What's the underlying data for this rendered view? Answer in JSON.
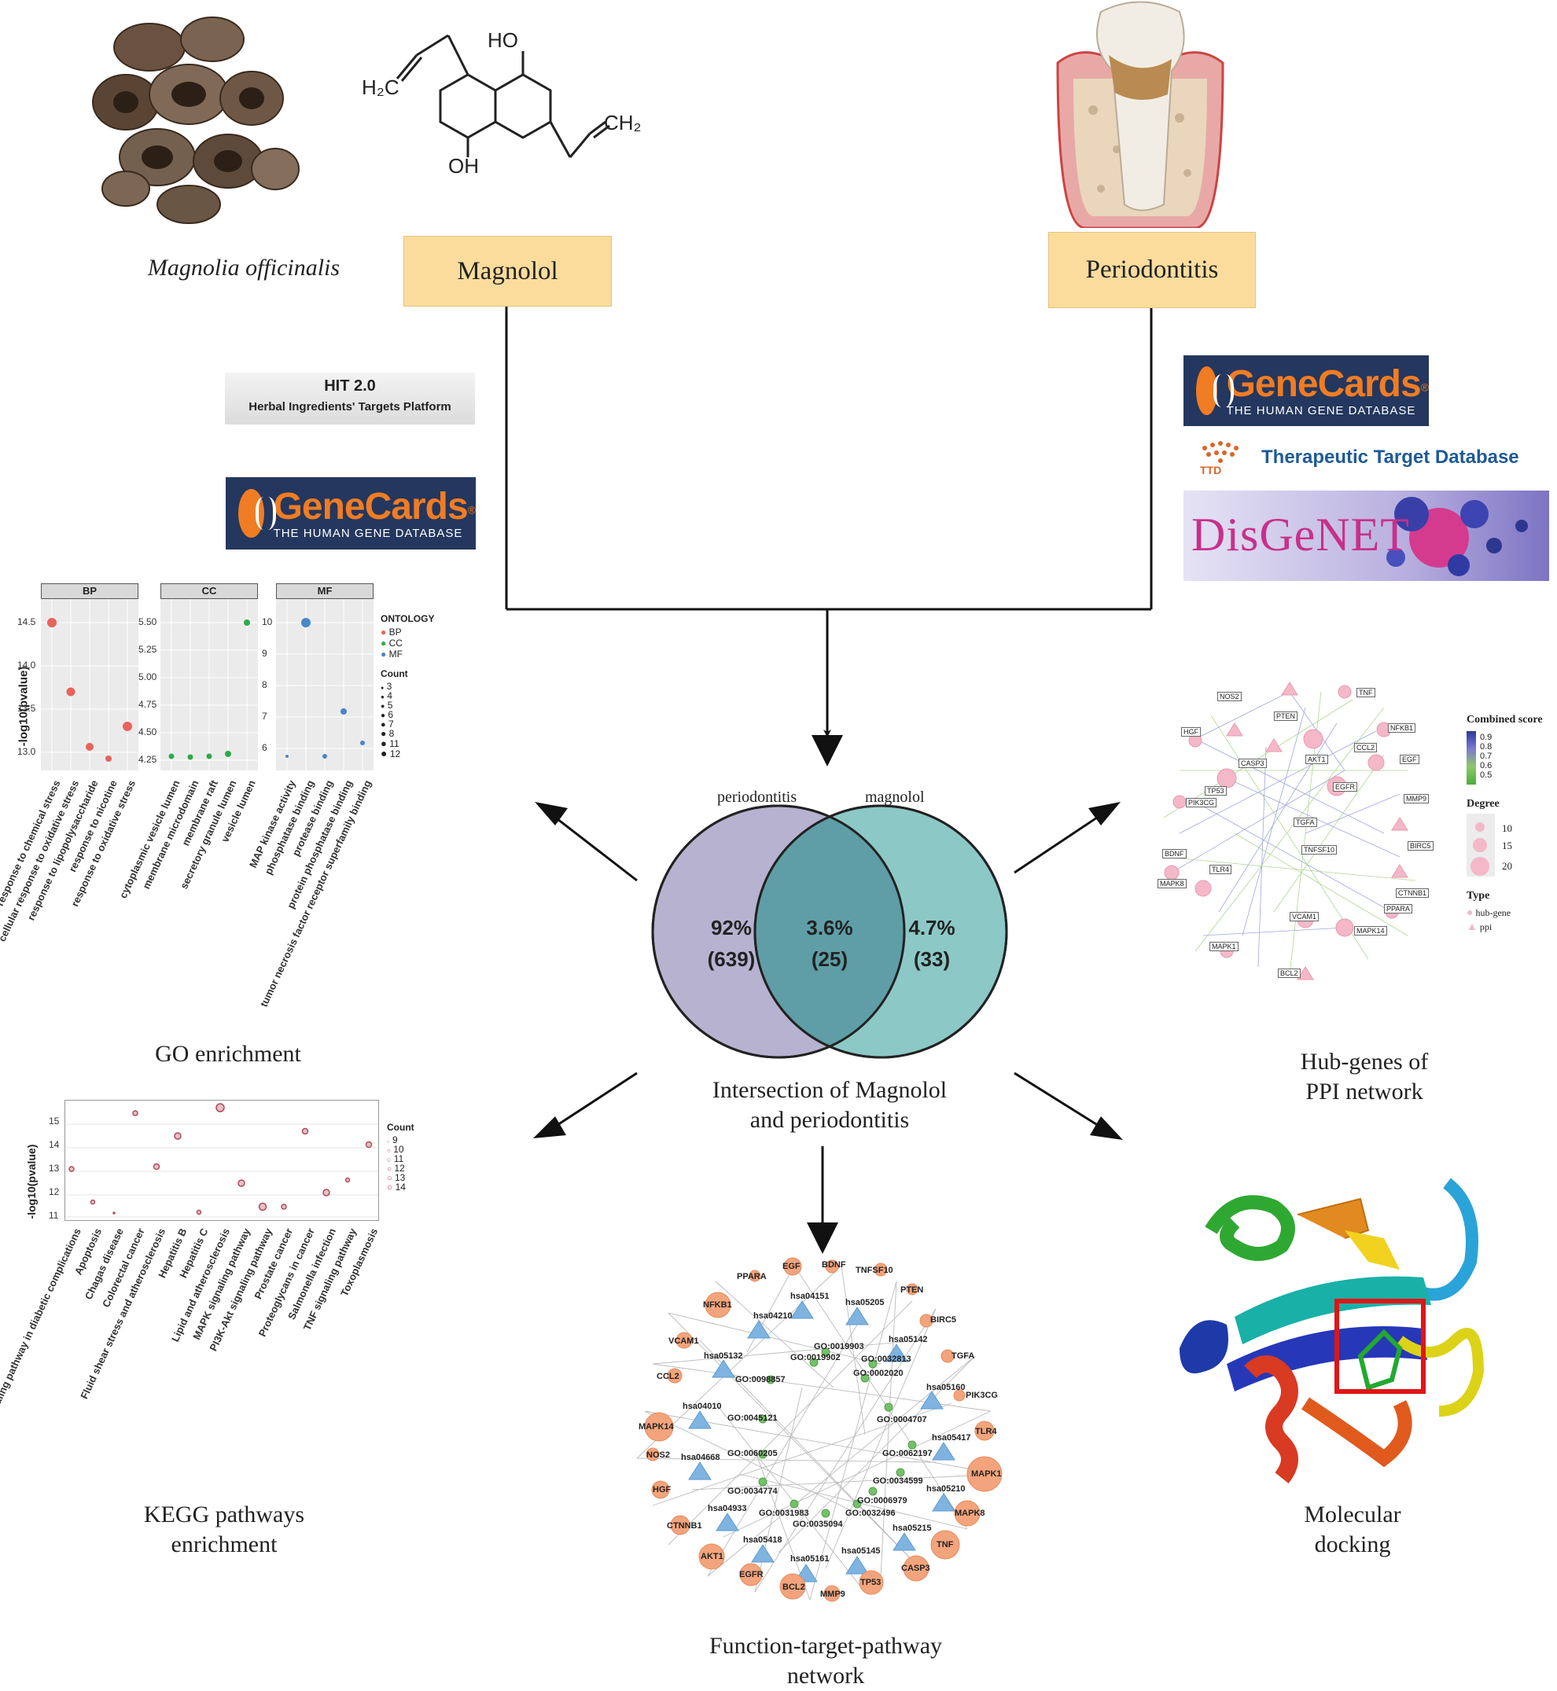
{
  "top": {
    "herb_caption": "Magnolia officinalis",
    "compound_box": "Magnolol",
    "disease_box": "Periodontitis",
    "chem_labels": {
      "ho": "HO",
      "oh": "OH",
      "h2c": "H₂C",
      "ch2": "CH₂"
    }
  },
  "databases": {
    "hit_title": "HIT 2.0",
    "hit_sub": "Herbal Ingredients' Targets Platform",
    "genecards_title": "GeneCards",
    "genecards_reg": "®",
    "genecards_sub": "THE HUMAN GENE DATABASE",
    "ttd_abbr": "TTD",
    "ttd_name": "Therapeutic Target Database",
    "disgenet": "DisGeNET"
  },
  "venn": {
    "left_label": "periodontitis",
    "right_label": "magnolol",
    "left_pct": "92%",
    "left_count": "(639)",
    "mid_pct": "3.6%",
    "mid_count": "(25)",
    "right_pct": "4.7%",
    "right_count": "(33)",
    "caption_line1": "Intersection of Magnolol",
    "caption_line2": "and periodontitis",
    "colors": {
      "left": "#b7b2cf",
      "right": "#8cc8c6",
      "overlap": "#5f9ea6"
    }
  },
  "go": {
    "caption": "GO enrichment",
    "ylabel": "-log10(pvalue)",
    "facets": [
      "BP",
      "CC",
      "MF"
    ],
    "bp_ticks": [
      "14.5",
      "14.0",
      "13.5",
      "13.0"
    ],
    "cc_ticks": [
      "5.50",
      "5.25",
      "5.00",
      "4.75",
      "4.50",
      "4.25"
    ],
    "mf_ticks": [
      "10",
      "9",
      "8",
      "7",
      "6"
    ],
    "bp_terms": [
      "cellular response to chemical stress",
      "cellular response to oxidative stress",
      "response to lipopolysaccharide",
      "response to nicotine",
      "response to oxidative stress"
    ],
    "cc_terms": [
      "cytoplasmic vesicle lumen",
      "membrane microdomain",
      "membrane raft",
      "secretory granule lumen",
      "vesicle lumen"
    ],
    "mf_terms": [
      "MAP kinase activity",
      "phosphatase binding",
      "protease binding",
      "protein phosphatase binding",
      "tumor necrosis factor receptor superfamily binding"
    ],
    "legend_ontology_title": "ONTOLOGY",
    "legend_ontology": [
      "BP",
      "CC",
      "MF"
    ],
    "legend_count_title": "Count",
    "legend_counts": [
      "3",
      "4",
      "5",
      "6",
      "7",
      "8",
      "11",
      "12"
    ],
    "colors": {
      "BP": "#e8635b",
      "CC": "#2eaa4a",
      "MF": "#4a86c8"
    }
  },
  "kegg": {
    "caption_line1": "KEGG pathways",
    "caption_line2": "enrichment",
    "ylabel": "-log10(pvalue)",
    "yticks": [
      "15",
      "14",
      "13",
      "12",
      "11"
    ],
    "terms": [
      "AGE-RAGE signaling pathway in diabetic complications",
      "Apoptosis",
      "Chagas disease",
      "Colorectal cancer",
      "Fluid shear stress and atherosclerosis",
      "Hepatitis B",
      "Hepatitis C",
      "Lipid and atherosclerosis",
      "MAPK signaling pathway",
      "PI3K-Akt signaling pathway",
      "Prostate cancer",
      "Proteoglycans in cancer",
      "Salmonella infection",
      "TNF signaling pathway",
      "Toxoplasmosis"
    ],
    "legend_title": "Count",
    "legend_counts": [
      "9",
      "10",
      "11",
      "12",
      "13",
      "14"
    ]
  },
  "ppi": {
    "caption_line1": "Hub-genes of",
    "caption_line2": "PPI network",
    "genes": [
      "NOS2",
      "PTEN",
      "TNF",
      "HGF",
      "NFKB1",
      "CASP3",
      "AKT1",
      "CCL2",
      "EGF",
      "TP53",
      "EGFR",
      "MMP9",
      "PIK3CG",
      "TGFA",
      "BDNF",
      "TNFSF10",
      "BIRC5",
      "TLR4",
      "MAPK8",
      "CTNNB1",
      "VCAM1",
      "PPARA",
      "MAPK14",
      "MAPK1",
      "BCL2"
    ],
    "legend_score_title": "Combined score",
    "legend_scores": [
      "0.9",
      "0.8",
      "0.7",
      "0.6",
      "0.5"
    ],
    "legend_degree_title": "Degree",
    "legend_degrees": [
      "10",
      "15",
      "20"
    ],
    "legend_type_title": "Type",
    "legend_types": [
      "hub-gene",
      "ppi"
    ]
  },
  "ftp": {
    "caption_line1": "Function-target-pathway",
    "caption_line2": "network",
    "genes": [
      "EGF",
      "BDNF",
      "TNFSF10",
      "PPARA",
      "PTEN",
      "NFKB1",
      "BIRC5",
      "VCAM1",
      "TGFA",
      "CCL2",
      "PIK3CG",
      "MAPK14",
      "TLR4",
      "NOS2",
      "MAPK1",
      "HGF",
      "MAPK8",
      "CTNNB1",
      "TNF",
      "AKT1",
      "CASP3",
      "EGFR",
      "TP53",
      "BCL2",
      "MMP9"
    ],
    "pathways": [
      "hsa04151",
      "hsa04210",
      "hsa05205",
      "hsa05142",
      "hsa05132",
      "hsa05160",
      "hsa04010",
      "hsa05417",
      "hsa04668",
      "hsa05210",
      "hsa04933",
      "hsa05215",
      "hsa05418",
      "hsa05161",
      "hsa05145"
    ],
    "go_terms": [
      "GO:0019903",
      "GO:0019902",
      "GO:0032813",
      "GO:0002020",
      "GO:0098857",
      "GO:0004707",
      "GO:0045121",
      "GO:0062197",
      "GO:0060205",
      "GO:0034599",
      "GO:0034774",
      "GO:0006979",
      "GO:0031983",
      "GO:0032496",
      "GO:0035094"
    ]
  },
  "docking": {
    "caption_line1": "Molecular",
    "caption_line2": "docking"
  }
}
